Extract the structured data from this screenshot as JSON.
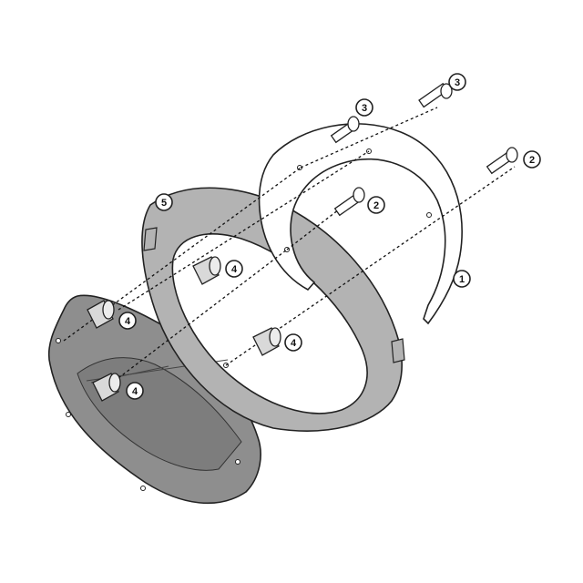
{
  "parts": [
    {
      "id": "flange-ring",
      "number": "1"
    },
    {
      "id": "screw-short",
      "number": "2"
    },
    {
      "id": "screw-long",
      "number": "3"
    },
    {
      "id": "spacer",
      "number": "4"
    },
    {
      "id": "base-ring",
      "number": "5"
    }
  ],
  "callouts": [
    {
      "label": "3"
    },
    {
      "label": "3"
    },
    {
      "label": "2"
    },
    {
      "label": "2"
    },
    {
      "label": "1"
    },
    {
      "label": "5"
    },
    {
      "label": "4"
    },
    {
      "label": "4"
    },
    {
      "label": "4"
    },
    {
      "label": "4"
    }
  ],
  "colors": {
    "plate_fill": "#8e8e8e",
    "ring_fill": "#b3b3b3",
    "flange_fill": "#ffffff",
    "spacer_fill": "#d9d9d9",
    "outline": "#222222"
  }
}
